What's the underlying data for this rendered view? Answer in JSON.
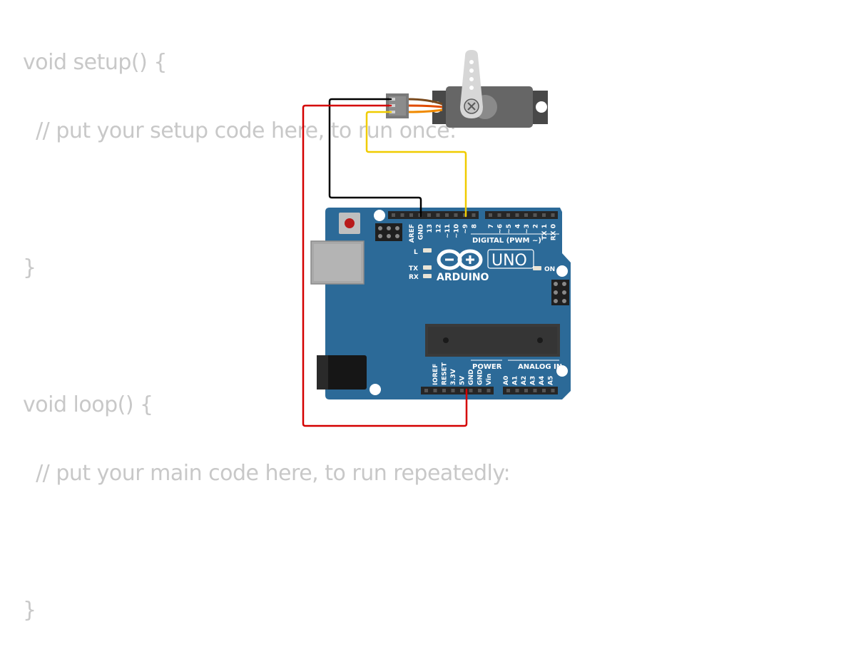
{
  "code": {
    "lines": [
      "void setup() {",
      "  // put your setup code here, to run once:",
      "",
      "}",
      "",
      "void loop() {",
      "  // put your main code here, to run repeatedly:",
      "",
      "}"
    ]
  },
  "board": {
    "brand": "ARDUINO",
    "model": "UNO",
    "label_digital": "DIGITAL (PWM ~)",
    "label_power": "POWER",
    "label_analog": "ANALOG IN",
    "led_l": "L",
    "led_tx": "TX",
    "led_rx": "RX",
    "led_on": "ON",
    "digital_pins": [
      "AREF",
      "GND",
      "13",
      "12",
      "~11",
      "~10",
      "~9",
      "8",
      "7",
      "~6",
      "~5",
      "4",
      "~3",
      "2",
      "TX 1",
      "RX 0"
    ],
    "power_pins": [
      "IOREF",
      "RESET",
      "3.3V",
      "5V",
      "GND",
      "GND",
      "Vin"
    ],
    "analog_pins": [
      "A0",
      "A1",
      "A2",
      "A3",
      "A4",
      "A5"
    ],
    "color": "#2c6a98"
  },
  "wires": {
    "gnd_color": "#000000",
    "power_color": "#d40000",
    "signal_color": "#f0cc00"
  }
}
